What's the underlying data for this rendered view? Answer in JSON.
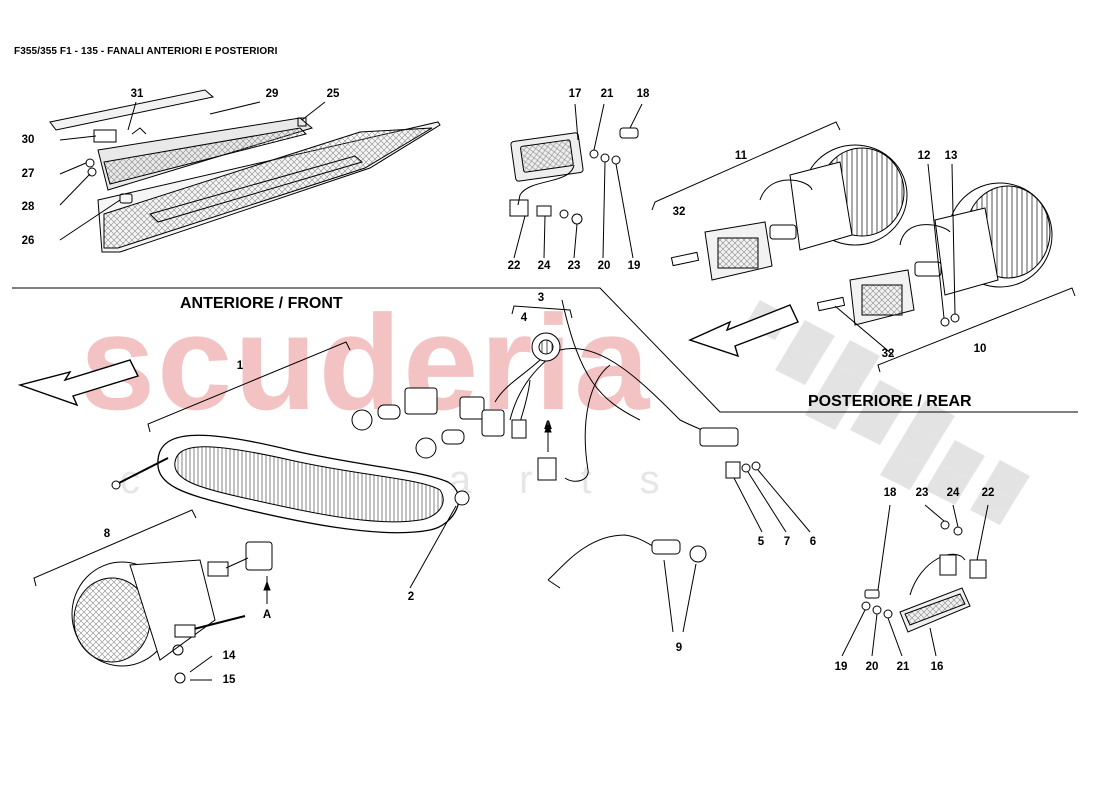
{
  "title": "F355/355 F1 - 135 - FANALI ANTERIORI E POSTERIORI",
  "sections": {
    "front": "ANTERIORE / FRONT",
    "rear": "POSTERIORE / REAR"
  },
  "watermark": {
    "main": "scuderia",
    "sub": "car parts"
  },
  "callouts": {
    "n1": "1",
    "n2": "2",
    "n3": "3",
    "n4": "4",
    "n5": "5",
    "n6": "6",
    "n7": "7",
    "n8": "8",
    "n9": "9",
    "n10": "10",
    "n11": "11",
    "n12": "12",
    "n13": "13",
    "n14": "14",
    "n15": "15",
    "n16": "16",
    "n17": "17",
    "n18a": "18",
    "n18b": "18",
    "n19a": "19",
    "n19b": "19",
    "n20a": "20",
    "n20b": "20",
    "n21a": "21",
    "n21b": "21",
    "n22a": "22",
    "n22b": "22",
    "n23a": "23",
    "n23b": "23",
    "n24a": "24",
    "n24b": "24",
    "n25": "25",
    "n26": "26",
    "n27": "27",
    "n28": "28",
    "n29": "29",
    "n30": "30",
    "n31": "31",
    "n32a": "32",
    "n32b": "32",
    "nAa": "A",
    "nAb": "A"
  },
  "colors": {
    "line": "#000000",
    "watermark": "#f3c3c3",
    "checker": "#d9d9d9"
  }
}
